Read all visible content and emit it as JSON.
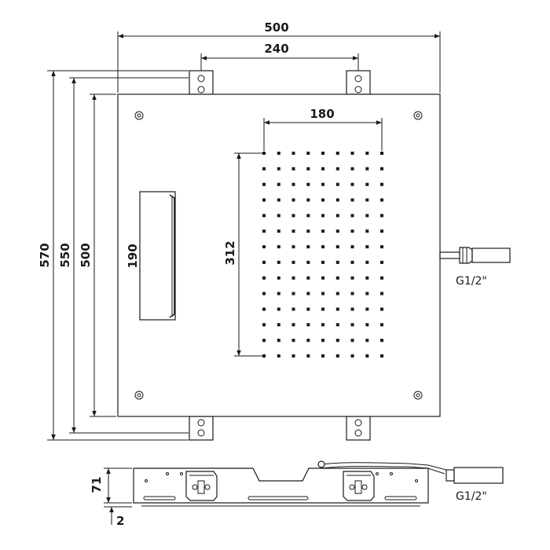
{
  "dimensions": {
    "overall_width": "500",
    "bracket_spacing": "240",
    "nozzle_width": "180",
    "total_height": "570",
    "bracket_height": "550",
    "plate_height": "500",
    "slot_height": "190",
    "nozzle_height": "312",
    "side_thickness": "71",
    "bottom_offset": "2"
  },
  "labels": {
    "inlet_top": "G1/2\"",
    "inlet_side": "G1/2\""
  }
}
